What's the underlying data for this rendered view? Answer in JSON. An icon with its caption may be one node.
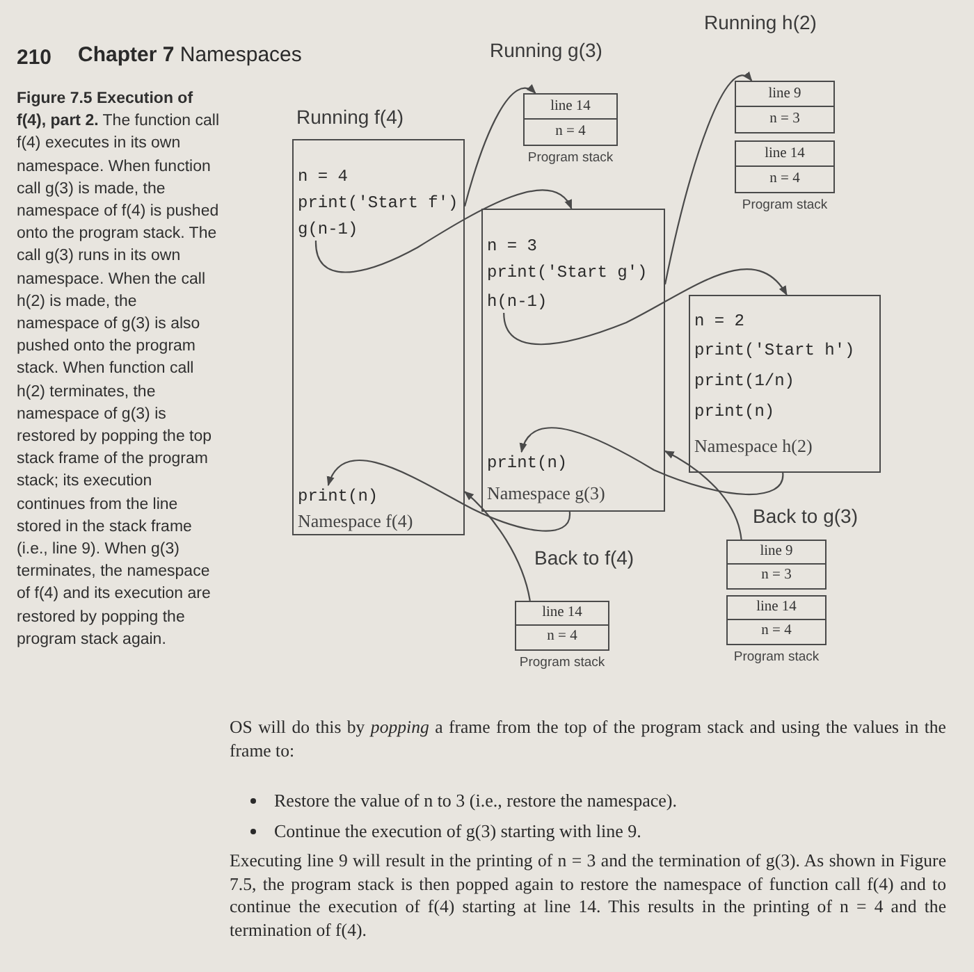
{
  "diagram": {
    "caption": "**Figure 7.5 Execution of f(4), part 2.** The function call f(4) executes in its own namespace. When function call g(3) is made, the namespace of f(4) is pushed onto the program stack. The call g(3) runs in its own namespace. When the call h(2) is made, the namespace of g(3) is also pushed onto the program stack. When function call h(2) terminates, the namespace of g(3) is restored by popping the top stack frame of the program stack; its execution continues from the line stored in the stack frame (i.e., line 9). When g(3) terminates, the namespace of f(4) and its execution are restored by popping the program stack again.",
    "nodes": [
      {
        "text": [
          "Namespace f(4)"
        ]
      },
      {
        "text": [
          "n = 4"
        ],
        "in": 0
      },
      {
        "text": [
          "print('Start f')"
        ],
        "in": 0
      },
      {
        "text": [
          "g(n-1)"
        ],
        "in": 0
      },
      {
        "text": [
          "print(n)"
        ],
        "in": 0
      },
      {
        "text": [
          "line 14",
          "n = 4"
        ],
        "beside": [
          "Program stack"
        ]
      },
      {
        "text": [
          "Namespace g(3)"
        ]
      },
      {
        "text": [
          "n = 3"
        ],
        "in": 6
      },
      {
        "text": [
          "print('Start g')"
        ],
        "in": 6
      },
      {
        "text": [
          "h(n-1)"
        ],
        "in": 6
      },
      {
        "text": [
          "print(n)"
        ],
        "in": 6
      },
      {
        "text": [
          "line 9",
          "n = 3"
        ]
      },
      {
        "text": [
          "line 14",
          "n = 4"
        ],
        "beside": [
          "Program stack"
        ]
      },
      {
        "text": [
          "Namespace h(2)"
        ]
      },
      {
        "text": [
          "n = 2"
        ],
        "in": 13
      },
      {
        "text": [
          "print('Start h')"
        ],
        "in": 13
      },
      {
        "text": [
          "print(1/n)"
        ],
        "in": 13
      },
      {
        "text": [
          "print(n)"
        ],
        "in": 13
      },
      {
        "text": [
          "line 14",
          "n = 4"
        ],
        "beside": [
          "Program stack"
        ]
      },
      {
        "text": [
          "line 9",
          "n = 3"
        ]
      },
      {
        "text": [
          "line 14",
          "n = 4"
        ],
        "beside": [
          "Program stack"
        ]
      }
    ],
    "edges": [
      {
        "from": 0,
        "to": 5,
        "arrow": "to"
      },
      {
        "from": 3,
        "to": 6,
        "arrow": "to"
      },
      {
        "from": 6,
        "to": 11,
        "arrow": "to"
      },
      {
        "from": 9,
        "to": 13,
        "arrow": "to"
      },
      {
        "from": 13,
        "to": 10,
        "arrow": "to"
      },
      {
        "from": 19,
        "to": 6,
        "arrow": "to"
      },
      {
        "from": 6,
        "to": 4,
        "arrow": "to"
      },
      {
        "from": 18,
        "to": 0,
        "arrow": "to"
      }
    ],
    "labels": [
      "210",
      "**Chapter 7** Namespaces",
      "Running f(4)",
      "Running g(3)",
      "Running h(2)",
      "Back to g(3)",
      "Back to f(4)",
      "OS will do this by *popping* a frame from the top of the program stack and using the values in the frame to:",
      "Restore the value of n to 3 (i.e., restore the namespace).",
      "Continue the execution of g(3) starting with line 9.",
      "Executing line 9 will result in the printing of n = 3 and the termination of g(3). As shown in Figure 7.5, the program stack is then popped again to restore the namespace of function call f(4) and to continue the execution of f(4) starting at line 14. This results in the printing of n = 4 and the termination of f(4)."
    ]
  }
}
